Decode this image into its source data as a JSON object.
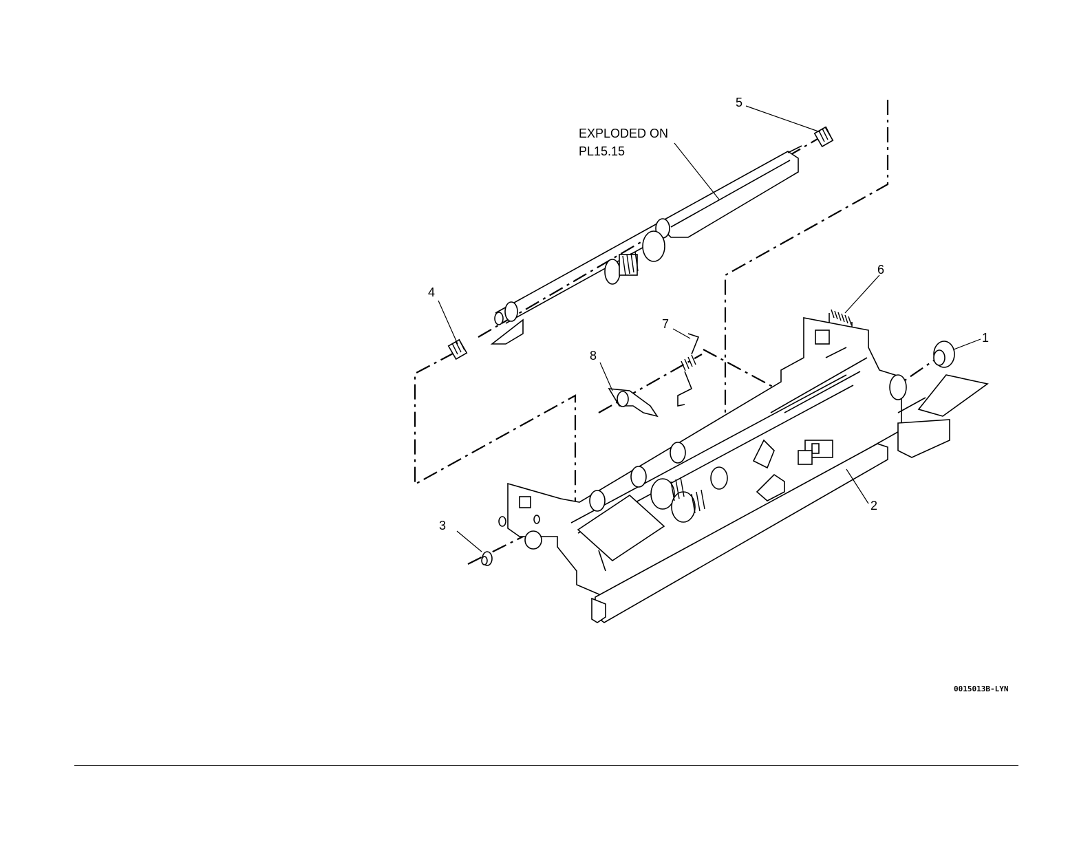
{
  "note": {
    "line1": "EXPLODED ON",
    "line2": "PL15.15"
  },
  "callouts": [
    "1",
    "2",
    "3",
    "4",
    "5",
    "6",
    "7",
    "8"
  ],
  "figure_code": "0015013B-LYN"
}
